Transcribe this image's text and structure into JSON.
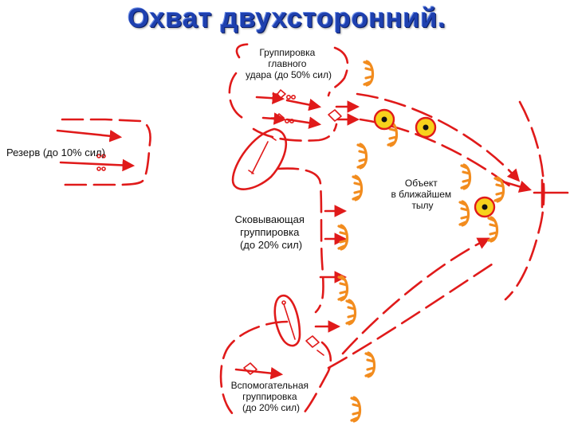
{
  "title": "Охват  двухсторонний.",
  "labels": {
    "main_group": [
      "Группировка",
      "главного",
      "удара (до 50% сил)"
    ],
    "reserve": "Резерв (до 10% сил)",
    "pinning_group": [
      "Сковывающая",
      "группировка",
      "(до 20% сил)"
    ],
    "objective": [
      "Объект",
      "в ближайшем",
      "тылу"
    ],
    "auxiliary_group": [
      "Вспомогательная",
      "группировка",
      "(до 20% сил)"
    ]
  },
  "colors": {
    "title": "#1e40af",
    "lines": "#e01a1a",
    "enemy": "#f28c1e",
    "target_fill": "#f7d21c"
  },
  "icons": [
    "enemy-defense-icon",
    "target-icon",
    "tank-symbol-icon"
  ]
}
